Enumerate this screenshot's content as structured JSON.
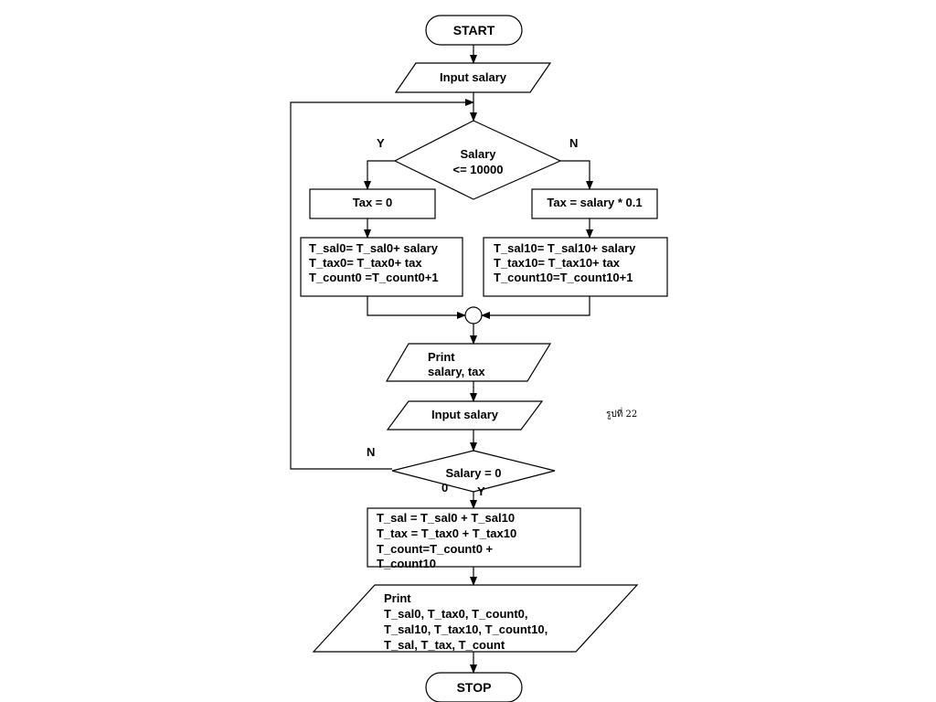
{
  "start": "START",
  "input1": "Input salary",
  "decision1": [
    "Salary",
    "<= 10000"
  ],
  "yes1": "Y",
  "no1": "N",
  "tax_zero": "Tax = 0",
  "tax_rate": "Tax = salary * 0.1",
  "accum0": [
    "T_sal0= T_sal0+ salary",
    "T_tax0= T_tax0+ tax",
    "T_count0 =T_count0+1"
  ],
  "accum10": [
    "T_sal10= T_sal10+ salary",
    "T_tax10= T_tax10+ tax",
    "T_count10=T_count10+1"
  ],
  "print1": [
    "Print",
    "salary, tax"
  ],
  "input2": "Input salary",
  "caption": "รูปที่ 22",
  "decision2": "Salary = 0",
  "decision2_extra": "0",
  "no2": "N",
  "yes2": "Y",
  "totals": [
    "T_sal = T_sal0 + T_sal10",
    "T_tax = T_tax0 + T_tax10",
    "T_count=T_count0 +",
    "T_count10"
  ],
  "print2": [
    "Print",
    "T_sal0, T_tax0, T_count0,",
    "T_sal10, T_tax10, T_count10,",
    "T_sal, T_tax, T_count"
  ],
  "stop": "STOP",
  "colors": {
    "stroke": "#000000",
    "fill": "#ffffff",
    "text": "#000000"
  }
}
